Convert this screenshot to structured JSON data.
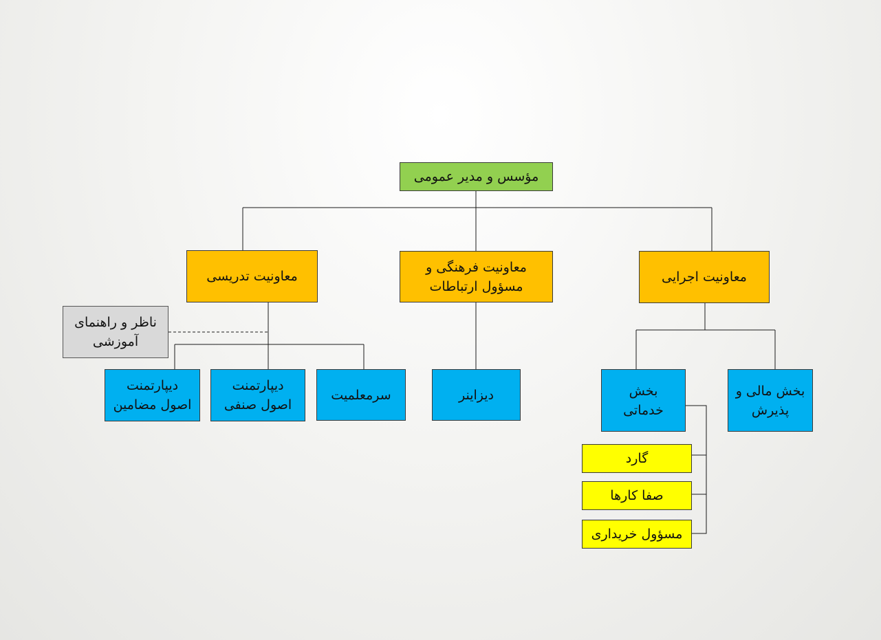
{
  "colors": {
    "root": "#92d050",
    "deputy": "#ffc000",
    "unit": "#00b0f0",
    "service_unit": "#ffff00",
    "advisor": "#d9d9d9",
    "line": "#1a1a1a"
  },
  "org": {
    "root": "مؤسس و مدیر عمومی",
    "deputy_teaching": "معاونیت تدریسی",
    "deputy_cultural": "معاونیت فرهنگی و\nمسؤول ارتباطات",
    "deputy_executive": "معاونیت اجرایی",
    "advisor": "ناظر و راهنمای\nآموزشی",
    "dept_content": "دیپارتمنت\nاصول مضامین",
    "dept_vocational": "دیپارتمنت\nاصول صنفی",
    "head_teacher": "سرمعلمیت",
    "designer": "دیزاینر",
    "services": "بخش\nخدماتی",
    "finance": "بخش مالی و\nپذیرش",
    "guard": "گارد",
    "cleaners": "صفا کارها",
    "procurement": "مسؤول خریداری"
  }
}
